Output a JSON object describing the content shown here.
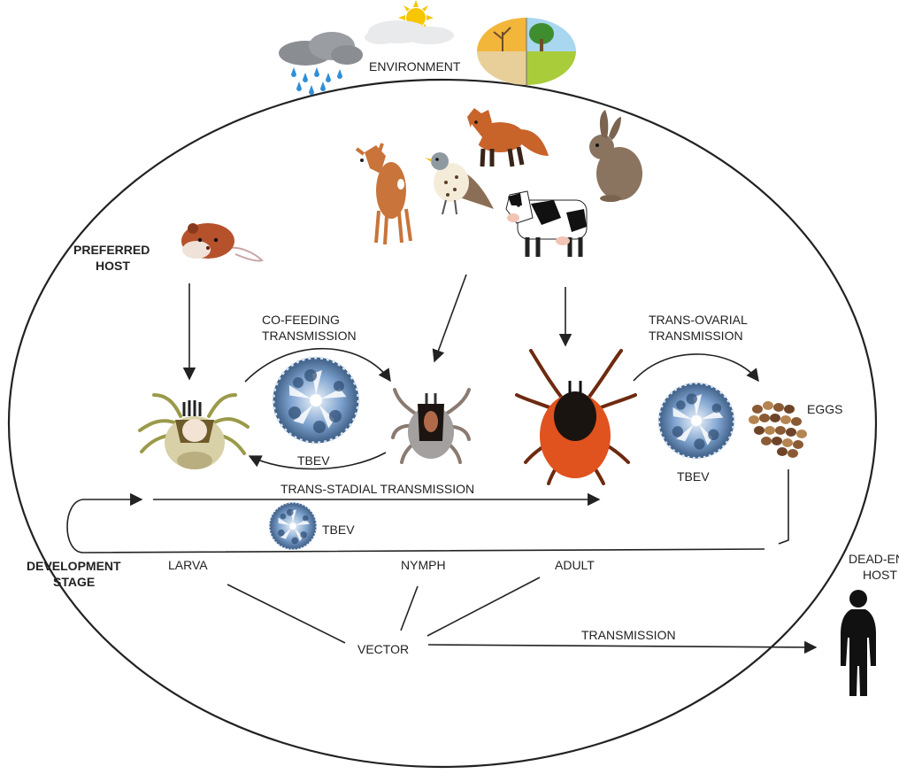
{
  "labels": {
    "environment": "ENVIRONMENT",
    "preferred_host_line1": "PREFERRED",
    "preferred_host_line2": "HOST",
    "cofeeding_line1": "CO-FEEDING",
    "cofeeding_line2": "TRANSMISSION",
    "transovarial_line1": "TRANS-OVARIAL",
    "transovarial_line2": "TRANSMISSION",
    "tbev_left": "TBEV",
    "tbev_right": "TBEV",
    "tbev_bottom": "TBEV",
    "eggs": "EGGS",
    "transstadial": "TRANS-STADIAL TRANSMISSION",
    "development_line1": "DEVELOPMENT",
    "development_line2": "STAGE",
    "larva": "LARVA",
    "nymph": "NYMPH",
    "adult": "ADULT",
    "vector": "VECTOR",
    "transmission": "TRANSMISSION",
    "deadend_line1": "DEAD-END",
    "deadend_line2": "HOST"
  },
  "colors": {
    "line": "#222222",
    "adult_tick_body": "#e0521e",
    "adult_tick_shield": "#1a1410",
    "virus_blue": "#5b86b8",
    "deer": "#c8743a",
    "fox": "#c8632a",
    "hare": "#8a7460",
    "eggs": "#8a5a35"
  },
  "icons": [
    "rain-cloud-icon",
    "sun-cloud-icon",
    "seasons-icon",
    "vole-icon",
    "deer-icon",
    "bird-icon",
    "fox-icon",
    "hare-icon",
    "cow-icon",
    "larva-tick-icon",
    "nymph-tick-icon",
    "adult-tick-icon",
    "virus-icon",
    "eggs-icon",
    "human-silhouette-icon"
  ]
}
